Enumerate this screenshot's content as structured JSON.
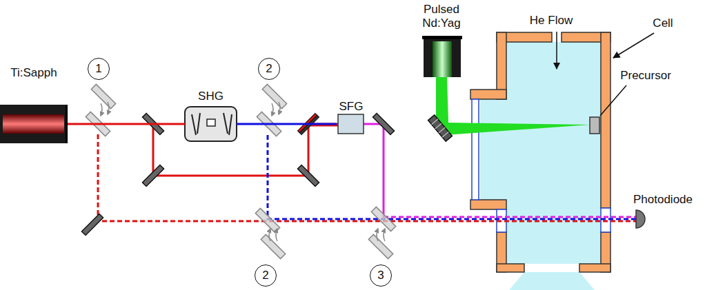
{
  "diagram": {
    "nodes": [
      {
        "text": [
          "Ti:Sapph"
        ]
      },
      {
        "text": [
          "1"
        ]
      },
      {
        "text": [
          "SHG"
        ]
      },
      {
        "text": [
          "2"
        ]
      },
      {
        "text": [
          "SFG"
        ]
      },
      {
        "text": [
          "Pulsed Nd:Yag"
        ]
      },
      {
        "text": [
          "2"
        ]
      },
      {
        "text": [
          "3"
        ]
      },
      {
        "text": [
          "Photodiode"
        ]
      }
    ],
    "edges": [
      {
        "from": 0,
        "to": 2,
        "arrow": "none"
      },
      {
        "from": 2,
        "to": 4,
        "arrow": "none"
      }
    ],
    "labels": [
      "He Flow",
      "Cell",
      "Precursor"
    ]
  }
}
